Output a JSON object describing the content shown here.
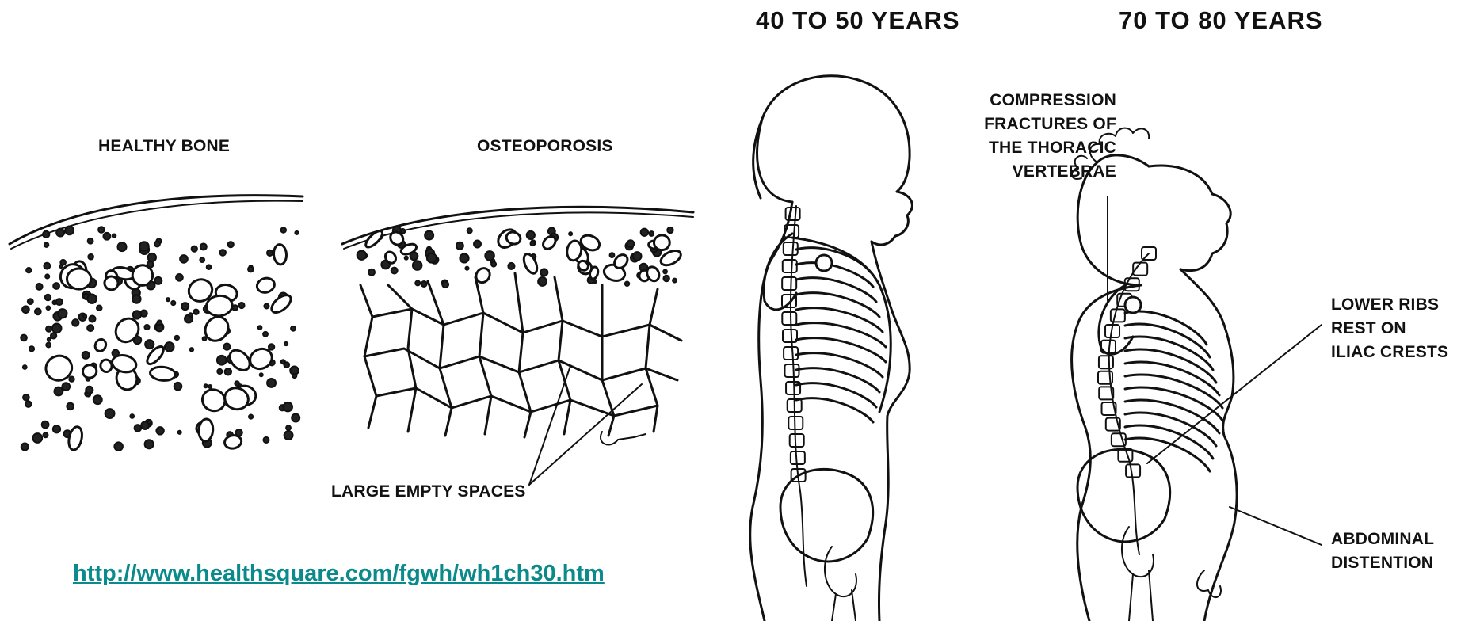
{
  "left_panel": {
    "healthy_label": "HEALTHY BONE",
    "osteo_label": "OSTEOPOROSIS",
    "spaces_label": "LARGE EMPTY SPACES",
    "link_text": "http://www.healthsquare.com/fgwh/wh1ch30.htm"
  },
  "right_panel": {
    "age_left": "40 TO 50 YEARS",
    "age_right": "70 TO 80 YEARS",
    "compression_lines": [
      "COMPRESSION",
      "FRACTURES OF",
      "THE THORACIC",
      "VERTEBRAE"
    ],
    "ribs_lines": [
      "LOWER RIBS",
      "REST ON",
      "ILIAC CRESTS"
    ],
    "distention_lines": [
      "ABDOMINAL",
      "DISTENTION"
    ]
  },
  "colors": {
    "link": "#0a8a8a",
    "ink": "#111111"
  },
  "icons": [
    "bone-cross-section-healthy",
    "bone-cross-section-osteoporosis",
    "female-silhouette-young",
    "female-silhouette-elderly"
  ]
}
